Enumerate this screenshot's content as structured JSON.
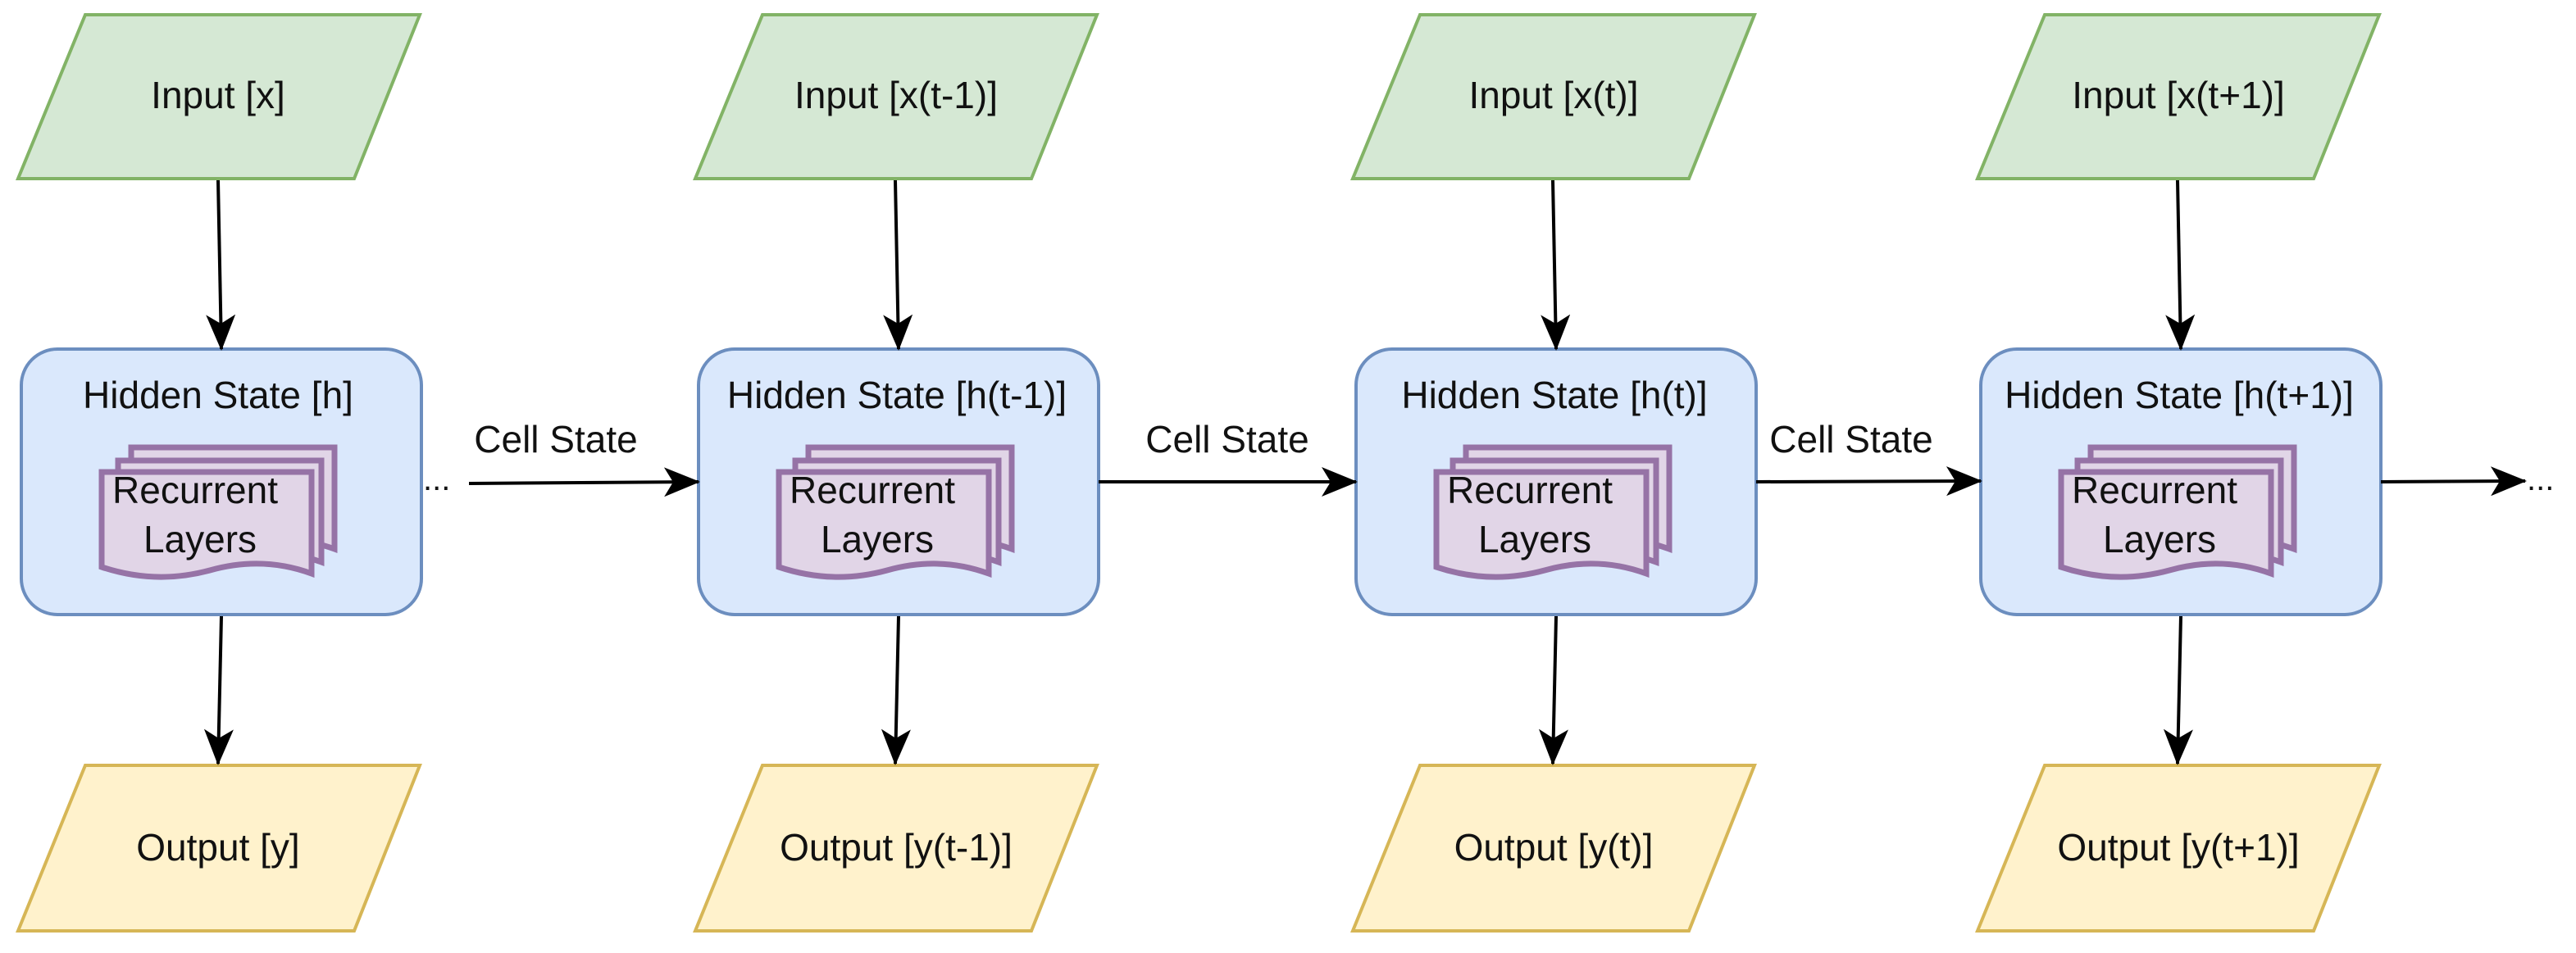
{
  "columns": [
    {
      "input": "Input [x]",
      "hidden": "Hidden State [h]",
      "layers_line1": "Recurrent",
      "layers_line2": "Layers",
      "output": "Output [y]"
    },
    {
      "input": "Input [x(t-1)]",
      "hidden": "Hidden State [h(t-1)]",
      "layers_line1": "Recurrent",
      "layers_line2": "Layers",
      "output": "Output [y(t-1)]"
    },
    {
      "input": "Input [x(t)]",
      "hidden": "Hidden State [h(t)]",
      "layers_line1": "Recurrent",
      "layers_line2": "Layers",
      "output": "Output [y(t)]"
    },
    {
      "input": "Input [x(t+1)]",
      "hidden": "Hidden State [h(t+1)]",
      "layers_line1": "Recurrent",
      "layers_line2": "Layers",
      "output": "Output [y(t+1)]"
    }
  ],
  "edges": {
    "cell_state_1": "Cell State",
    "cell_state_2": "Cell State",
    "cell_state_3": "Cell State",
    "ellipsis_left": "...",
    "ellipsis_right": "..."
  },
  "colors": {
    "input_fill": "#d5e8d4",
    "input_stroke": "#82b366",
    "hidden_fill": "#dae8fc",
    "hidden_stroke": "#6c8ebf",
    "layers_fill": "#e1d5e7",
    "layers_stroke": "#9673a6",
    "output_fill": "#fff2cc",
    "output_stroke": "#d6b656",
    "arrow": "#000000"
  }
}
